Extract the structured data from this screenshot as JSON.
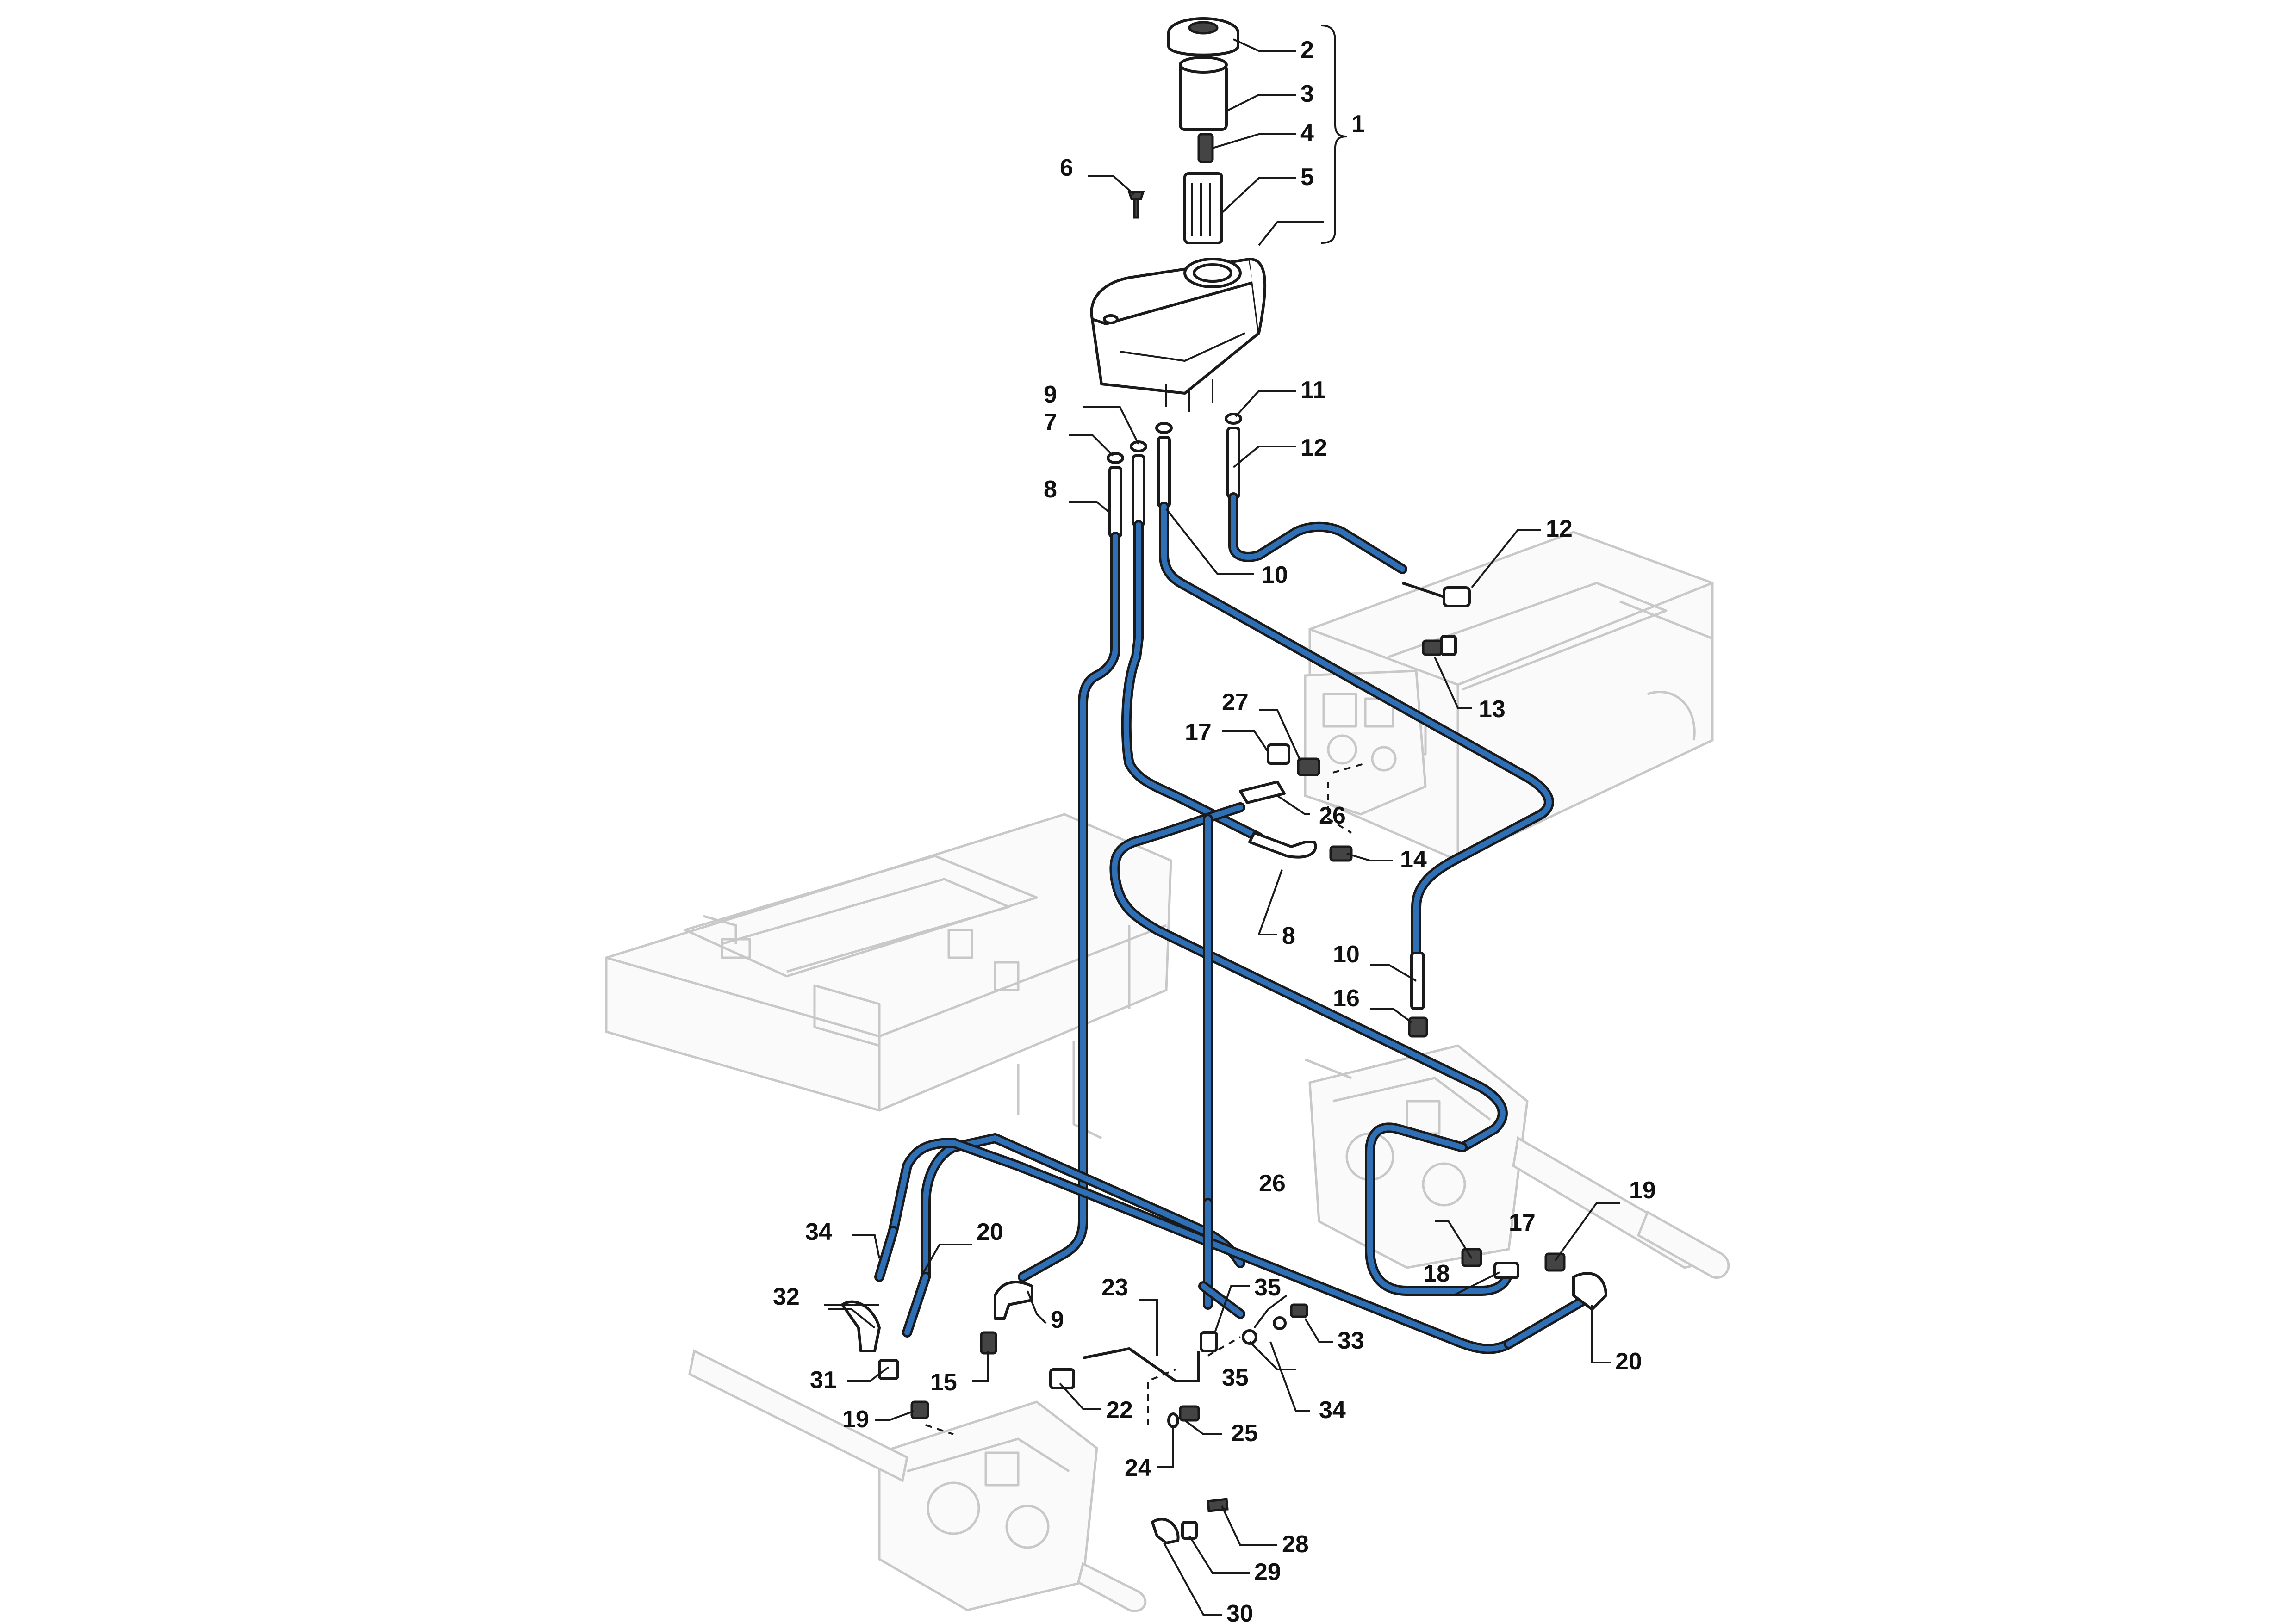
{
  "colors": {
    "hose": "#2f6fb5",
    "linework": "#1a1a1a",
    "ghost": "#c8c8c8"
  },
  "callouts": {
    "c1": "1",
    "c2": "2",
    "c3": "3",
    "c4": "4",
    "c5": "5",
    "c6": "6",
    "c7": "7",
    "c8a": "8",
    "c8b": "8",
    "c9a": "9",
    "c9b": "9",
    "c10a": "10",
    "c10b": "10",
    "c11": "11",
    "c12a": "12",
    "c12b": "12",
    "c13": "13",
    "c14": "14",
    "c15": "15",
    "c16": "16",
    "c17a": "17",
    "c17b": "17",
    "c18": "18",
    "c19a": "19",
    "c19b": "19",
    "c20a": "20",
    "c20b": "20",
    "c22": "22",
    "c23": "23",
    "c24": "24",
    "c25": "25",
    "c26a": "26",
    "c26b": "26",
    "c27": "27",
    "c28": "28",
    "c29": "29",
    "c30": "30",
    "c31": "31",
    "c32": "32",
    "c33": "33",
    "c34a": "34",
    "c34b": "34",
    "c35a": "35",
    "c35b": "35"
  }
}
